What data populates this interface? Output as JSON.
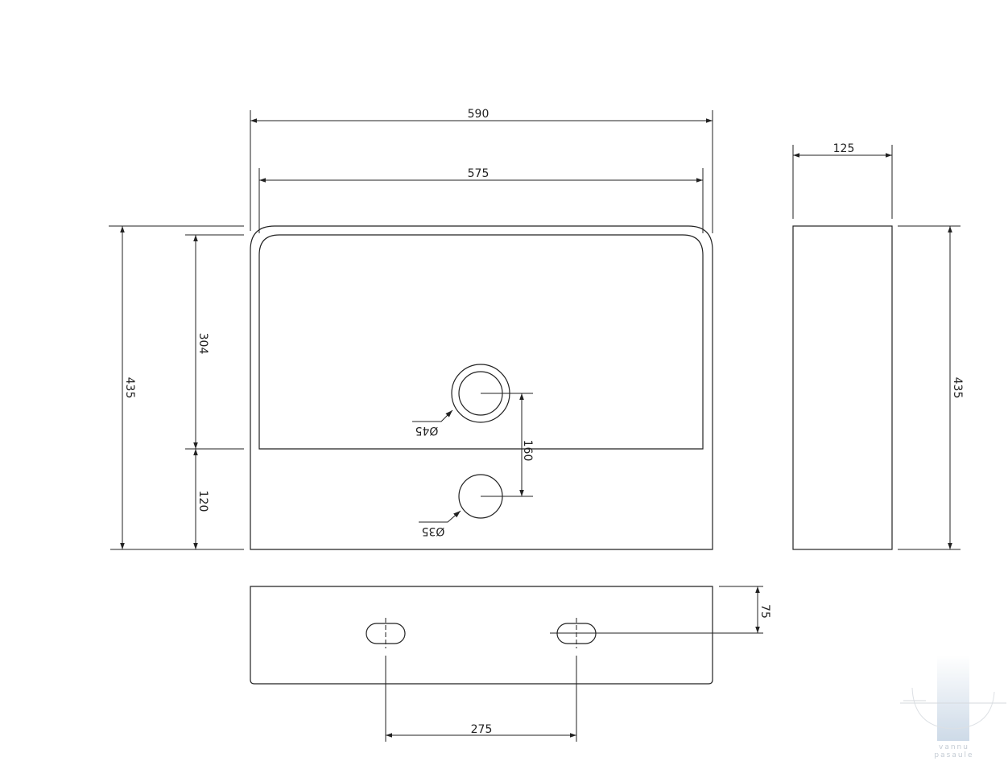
{
  "drawing": {
    "front_view": {
      "overall_width": "590",
      "basin_width": "575",
      "overall_height": "435",
      "basin_depth": "304",
      "bottom_offset": "120",
      "hole_spacing": "160",
      "drain_diameter": "Ø45",
      "tap_hole_diameter": "Ø35"
    },
    "side_view": {
      "depth": "125",
      "height": "435"
    },
    "bottom_view": {
      "slot_offset": "75",
      "slot_spacing": "275"
    }
  },
  "watermark": {
    "line1": "vannu",
    "line2": "pasaule",
    "color": "#c9d7e6"
  }
}
